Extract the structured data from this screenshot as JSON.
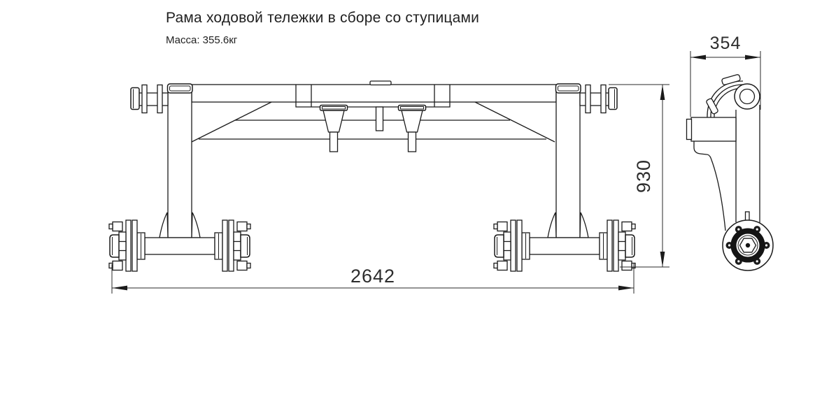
{
  "title": "Рама ходовой тележки в сборе со ступицами",
  "mass": "Масса: 355.6кг",
  "drawing": {
    "background": "#ffffff",
    "line_color": "#1b1b1b",
    "dimensions": {
      "overall_width": "2642",
      "overall_height": "930",
      "overall_depth": "354"
    }
  }
}
